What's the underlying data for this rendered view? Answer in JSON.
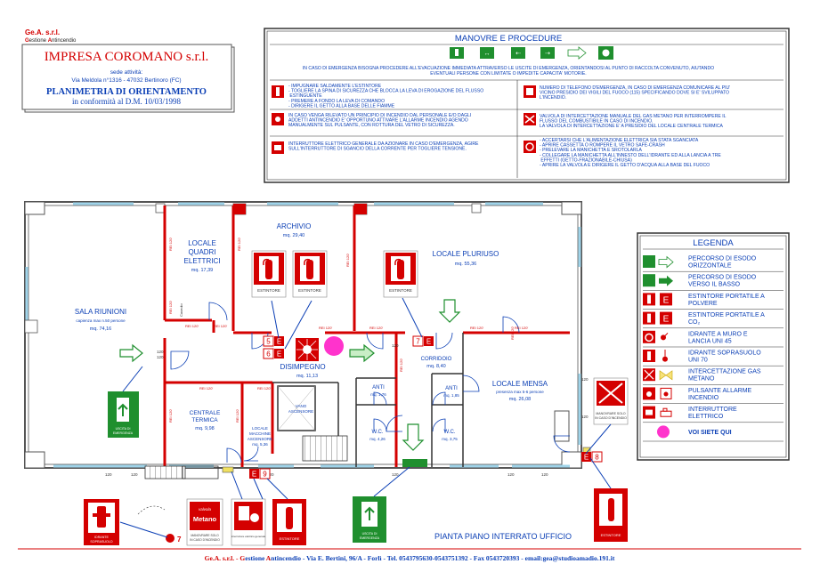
{
  "header": {
    "company_short": "Ge.A. s.r.l.",
    "company_sub_g": "G",
    "company_sub_rest": "estione ",
    "company_sub_a": "A",
    "company_sub_end": "ntincendio",
    "title": "IMPRESA COROMANO s.r.l.",
    "seat_label": "sede attività:",
    "address": "Via Meldola n°1316 - 47032 Bertinoro (FC)",
    "plan_title": "PLANIMETRIA DI ORIENTAMENTO",
    "plan_sub": "in conformità al D.M. 10/03/1998"
  },
  "procedures": {
    "title": "MANOVRE E PROCEDURE",
    "intro": "IN CASO DI EMERGENZA BISOGNA PROCEDERE ALL'EVACUAZIONE IMMEDIATA ATTRAVERSO LE USCITE DI EMERGENZA, ORIENTANDOSI AL PUNTO DI RACCOLTA CONVENUTO, AIUTANDO EVENTUALI PERSONE CON LIMITATE O IMPEDITE CAPACITA' MOTORIE.",
    "items": [
      {
        "lines": [
          "- IMPUGNARE SALDAMENTE L'ESTINTORE",
          "- TOGLIERE LA SPINA DI SICUREZZA CHE BLOCCA LA LEVA DI EROGAZIONE DEL FLUSSO",
          "  ESTINGUENTE",
          "- PREMERE A FONDO LA LEVA DI COMANDO",
          "- DIRIGERE IL GETTO ALLA BASE DELLE FIAMME"
        ]
      },
      {
        "lines": [
          "NUMERO DI TELEFONO D'EMERGENZA, IN CASO DI EMERGENZA COMUNICARE AL PIU'",
          "VICINO PRESIDIO DEI VIGILI DEL FUOCO (115) SPECIFICANDO DOVE SI E' SVILUPPATO",
          "L'INCENDIO."
        ]
      },
      {
        "lines": [
          "IN CASO VENGA RILEVATO UN PRINCIPIO DI INCENDIO DAL PERSONALE E/O DAGLI",
          "ADDETTI ANTINCENDIO E' OPPORTUNO ATTIVARE L'ALLARME INCENDIO AGENDO",
          "MANUALMENTE SUL PULSANTE, CON ROTTURA DEL VETRO DI SICUREZZA."
        ]
      },
      {
        "lines": [
          "VALVOLA DI INTERCETTAZIONE MANUALE DEL GAS METANO PER INTERROMPERE IL",
          "FLUSSO DEL COMBUSTIBILE IN CASO DI INCENDIO.",
          "LA VALVOLA DI INTERCETTAZIONE E' A PRESIDIO DEL LOCALE CENTRALE TERMICA"
        ]
      },
      {
        "lines": [
          "INTERRUTTORE ELETTRICO GENERALE DA AZIONARE IN CASO D'EMERGENZA, AGIRE",
          "SULL'INTERRUTTORE DI SGANCIO DELLA CORRENTE PER TOGLIERE TENSIONE."
        ]
      },
      {
        "lines": [
          "- ACCERTARSI CHE L'ALIMENTAZIONE ELETTRICA SIA STATA SGANCIATA",
          "- APRIRE CASSETTA O ROMPERE IL VETRO SAFE-CRASH",
          "- PRELEVARE LA MANICHETTA E SROTOLARLA",
          "- COLLEGARE LA MANICHETTA ALL'INNESTO DELL'IDRANTE ED ALLA LANCIA A TRE",
          "  EFFETTI (GETTO-FRAZIONABILE-CHIUSA)",
          "- APRIRE LA VALVOLA E DIRIGERE IL GETTO D'ACQUA ALLA BASE DEL FUOCO"
        ]
      }
    ]
  },
  "legend": {
    "title": "LEGENDA",
    "items": [
      {
        "label": "PERCORSO DI ESODO ORIZZONTALE",
        "icon": "arrow-outline-icon"
      },
      {
        "label": "PERCORSO DI ESODO VERSO IL BASSO",
        "icon": "arrow-green-icon"
      },
      {
        "label": "ESTINTORE PORTATILE A POLVERE",
        "icon": "extinguisher-powder-icon"
      },
      {
        "label": "ESTINTORE PORTATILE A CO₂",
        "icon": "extinguisher-co2-icon"
      },
      {
        "label": "IDRANTE A MURO E LANCIA UNI 45",
        "icon": "hydrant-wall-icon"
      },
      {
        "label": "IDRANTE SOPRASUOLO UNI 70",
        "icon": "hydrant-ground-icon"
      },
      {
        "label": "INTERCETTAZIONE GAS METANO",
        "icon": "gas-valve-icon"
      },
      {
        "label": "PULSANTE ALLARME INCENDIO",
        "icon": "alarm-button-icon"
      },
      {
        "label": "INTERRUTTORE ELETTRICO",
        "icon": "switch-icon"
      },
      {
        "label": "VOI SIETE QUI",
        "icon": "you-are-here-icon"
      }
    ]
  },
  "rooms": {
    "sala_riunioni": {
      "name": "SALA RIUNIONI",
      "sub": "capienza max n.50 persone",
      "area": "mq. 74,16"
    },
    "quadri": {
      "name1": "LOCALE",
      "name2": "QUADRI",
      "name3": "ELETTRICI",
      "area": "mq. 17,39"
    },
    "archivio": {
      "name": "ARCHIVIO",
      "area": "mq. 29,40"
    },
    "pluriuso": {
      "name": "LOCALE PLURIUSO",
      "area": "mq. 55,36"
    },
    "disimpegno": {
      "name": "DISIMPEGNO",
      "area": "mq. 11,13"
    },
    "corridoio": {
      "name": "CORRIDOIO",
      "area": "mq. 8,40"
    },
    "mensa": {
      "name": "LOCALE MENSA",
      "sub": "presenza max 5-6 persone",
      "area": "mq. 26,08"
    },
    "termica": {
      "name1": "CENTRALE",
      "name2": "TERMICA",
      "area": "mq. 9,98"
    },
    "vano": {
      "name1": "VANO",
      "name2": "ASCENSORE"
    },
    "macchine": {
      "name1": "LOCALE",
      "name2": "MACCHINE",
      "name3": "ASCENSORE",
      "area": "mq. 5,36"
    },
    "anti1": {
      "name": "ANTI",
      "area": "mq. 1,76"
    },
    "anti2": {
      "name": "ANTI",
      "area": "mq. 1,85"
    },
    "wc1": {
      "name": "W.C.",
      "area": "mq. 4,26"
    },
    "wc2": {
      "name": "W.C.",
      "area": "mq. 3,75"
    }
  },
  "signs": {
    "estintore": "ESTINTORE",
    "uscita1": "USCITA DI",
    "uscita2": "EMERGENZA",
    "idrante1": "IDRANTE",
    "idrante2": "SOPRASUOLO",
    "valvola": "valvola",
    "metano": "Metano",
    "manovrare1": "MANOVRARE SOLO",
    "manovrare2": "IN CASO D'INCENDIO",
    "interruttore": "interruttore elettrico generale"
  },
  "markers": {
    "m5": "5",
    "m6": "6",
    "m7": "7",
    "m8": "8",
    "m9": "9",
    "e": "E"
  },
  "wall_labels": {
    "rei": "REI 120'",
    "door": "120",
    "door_b": "120",
    "cavedio": "Cavedio"
  },
  "plan_caption": "PIANTA PIANO INTERRATO UFFICIO",
  "footer": {
    "text1": "Ge.A. s.r.l. - ",
    "g": "G",
    "t2": "estione ",
    "a": "A",
    "t3": "ntincendio - Via E. Bertini, 96/A - Forlì - Tel. 0543795630-0543751392 - Fax 0543720393 - email:gea@studioamadio.191.it"
  },
  "colors": {
    "red": "#d40000",
    "green": "#1f8f2e",
    "blue": "#0b3fb5",
    "magenta": "#ff33cc",
    "window": "#9fd4ea"
  }
}
